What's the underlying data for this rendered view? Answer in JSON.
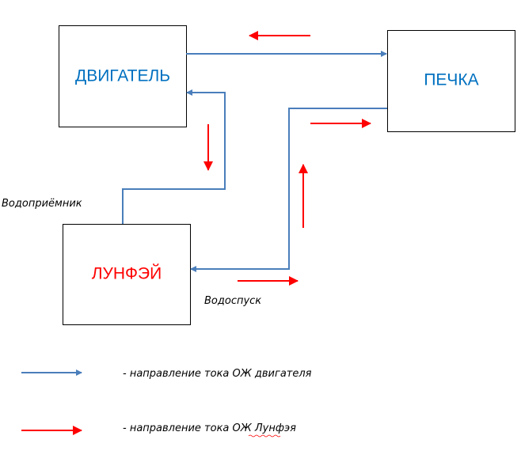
{
  "nodes": {
    "engine": "ДВИГАТЕЛЬ",
    "stove": "ПЕЧКА",
    "heater": "ЛУНФЭЙ"
  },
  "labels": {
    "intake": "Водоприёмник",
    "drain": "Водоспуск"
  },
  "legend": {
    "engine_flow": "- направление тока ОЖ двигателя",
    "heater_flow": "- направление тока ОЖ Лунфэя"
  },
  "colors": {
    "engine_flow": "#4a7ebb",
    "heater_flow": "#ff0000",
    "engine_text": "#0070c0",
    "heater_text": "#ff0000"
  }
}
